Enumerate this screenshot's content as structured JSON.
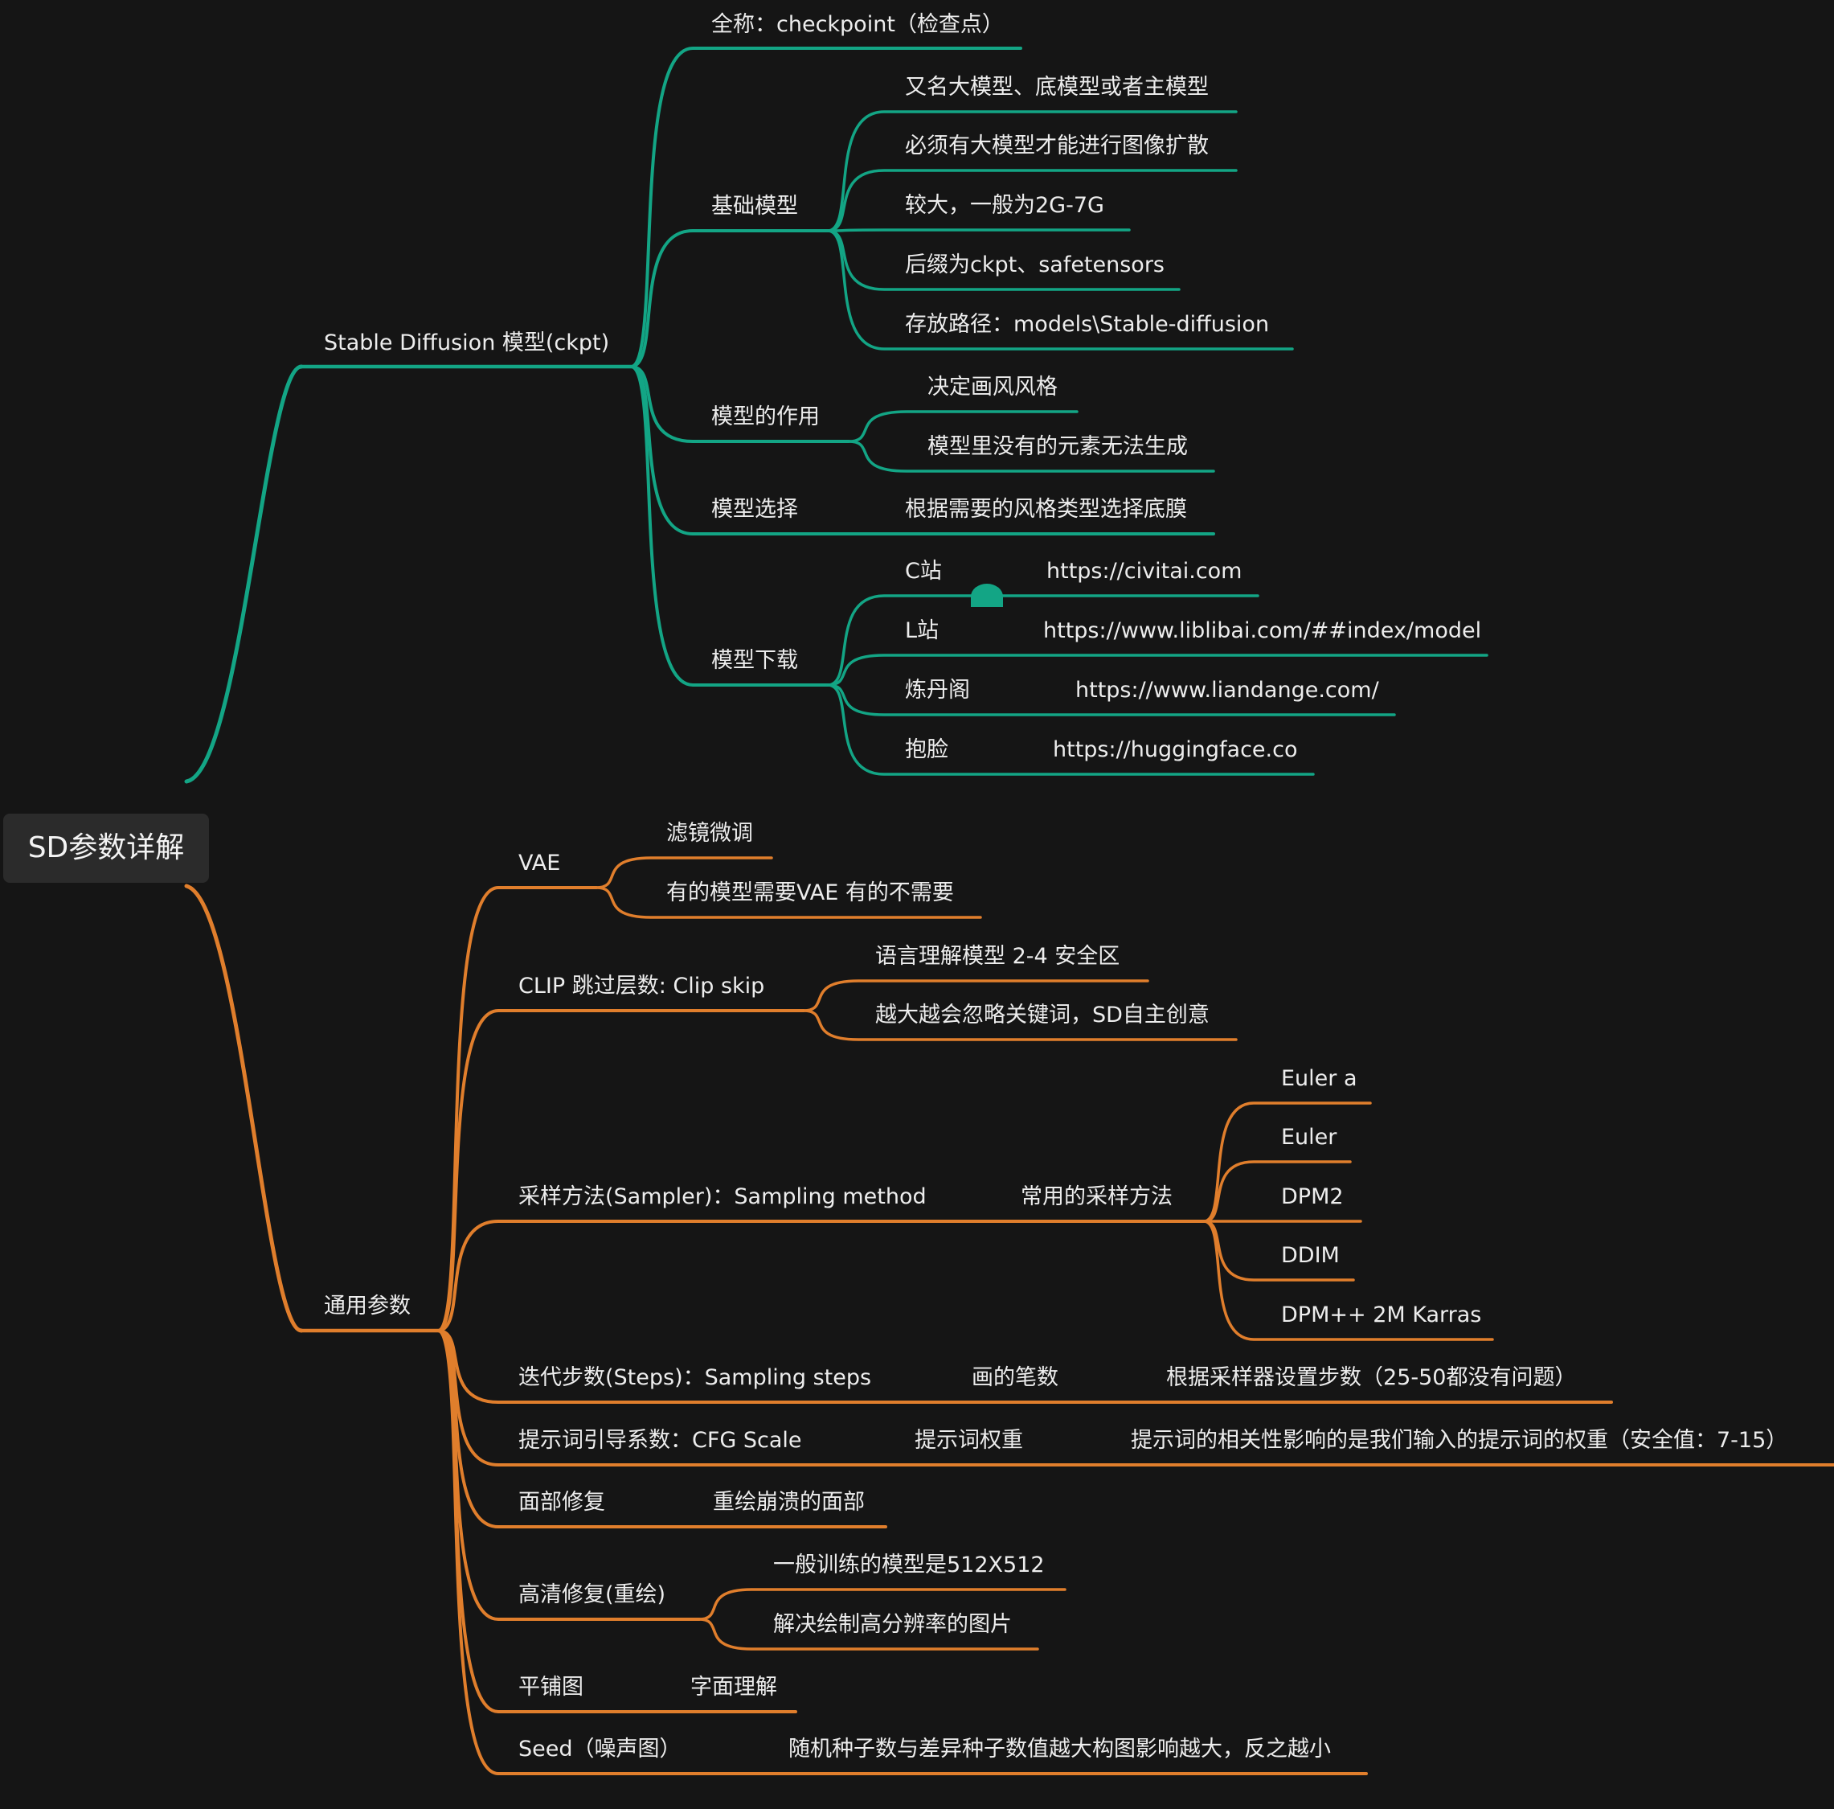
{
  "colors": {
    "background": "#151515",
    "teal": "#13a585",
    "orange": "#e07e2c",
    "root_box": "#2b2b2b",
    "text": "#ededed"
  },
  "root": "SD参数详解",
  "model": {
    "title": "Stable Diffusion 模型(ckpt)",
    "fullname": "全称：checkpoint（检查点）",
    "base": {
      "label": "基础模型",
      "items": [
        "又名大模型、底模型或者主模型",
        "必须有大模型才能进行图像扩散",
        "较大，一般为2G-7G",
        "后缀为ckpt、safetensors",
        "存放路径：models\\Stable-diffusion"
      ]
    },
    "role": {
      "label": "模型的作用",
      "items": [
        "决定画风风格",
        "模型里没有的元素无法生成"
      ]
    },
    "choice": {
      "label": "模型选择",
      "text": "根据需要的风格类型选择底膜"
    },
    "download": {
      "label": "模型下载",
      "sites": [
        {
          "name": "C站",
          "url": "https://civitai.com"
        },
        {
          "name": "L站",
          "url": "https://www.liblibai.com/##index/model"
        },
        {
          "name": "炼丹阁",
          "url": "https://www.liandange.com/"
        },
        {
          "name": "抱脸",
          "url": "https://huggingface.co"
        }
      ]
    }
  },
  "params": {
    "title": "通用参数",
    "vae": {
      "label": "VAE",
      "items": [
        "滤镜微调",
        "有的模型需要VAE 有的不需要"
      ]
    },
    "clip": {
      "label": "CLIP 跳过层数: Clip skip",
      "items": [
        "语言理解模型 2-4 安全区",
        "越大越会忽略关键词，SD自主创意"
      ]
    },
    "sampler": {
      "label": "采样方法(Sampler)：Sampling method",
      "sub": "常用的采样方法",
      "items": [
        "Euler a",
        "Euler",
        "DPM2",
        "DDIM",
        "DPM++ 2M Karras"
      ]
    },
    "steps": {
      "label": "迭代步数(Steps)：Sampling steps",
      "sub": "画的笔数",
      "detail": "根据采样器设置步数（25-50都没有问题）"
    },
    "cfg": {
      "label": "提示词引导系数：CFG Scale",
      "sub": "提示词权重",
      "detail": "提示词的相关性影响的是我们输入的提示词的权重（安全值：7-15）"
    },
    "face": {
      "label": "面部修复",
      "sub": "重绘崩溃的面部"
    },
    "hires": {
      "label": "高清修复(重绘)",
      "items": [
        "一般训练的模型是512X512",
        "解决绘制高分辨率的图片"
      ]
    },
    "tile": {
      "label": "平铺图",
      "sub": "字面理解"
    },
    "seed": {
      "label": "Seed（噪声图）",
      "sub": "随机种子数与差异种子数值越大构图影响越大，反之越小"
    }
  }
}
